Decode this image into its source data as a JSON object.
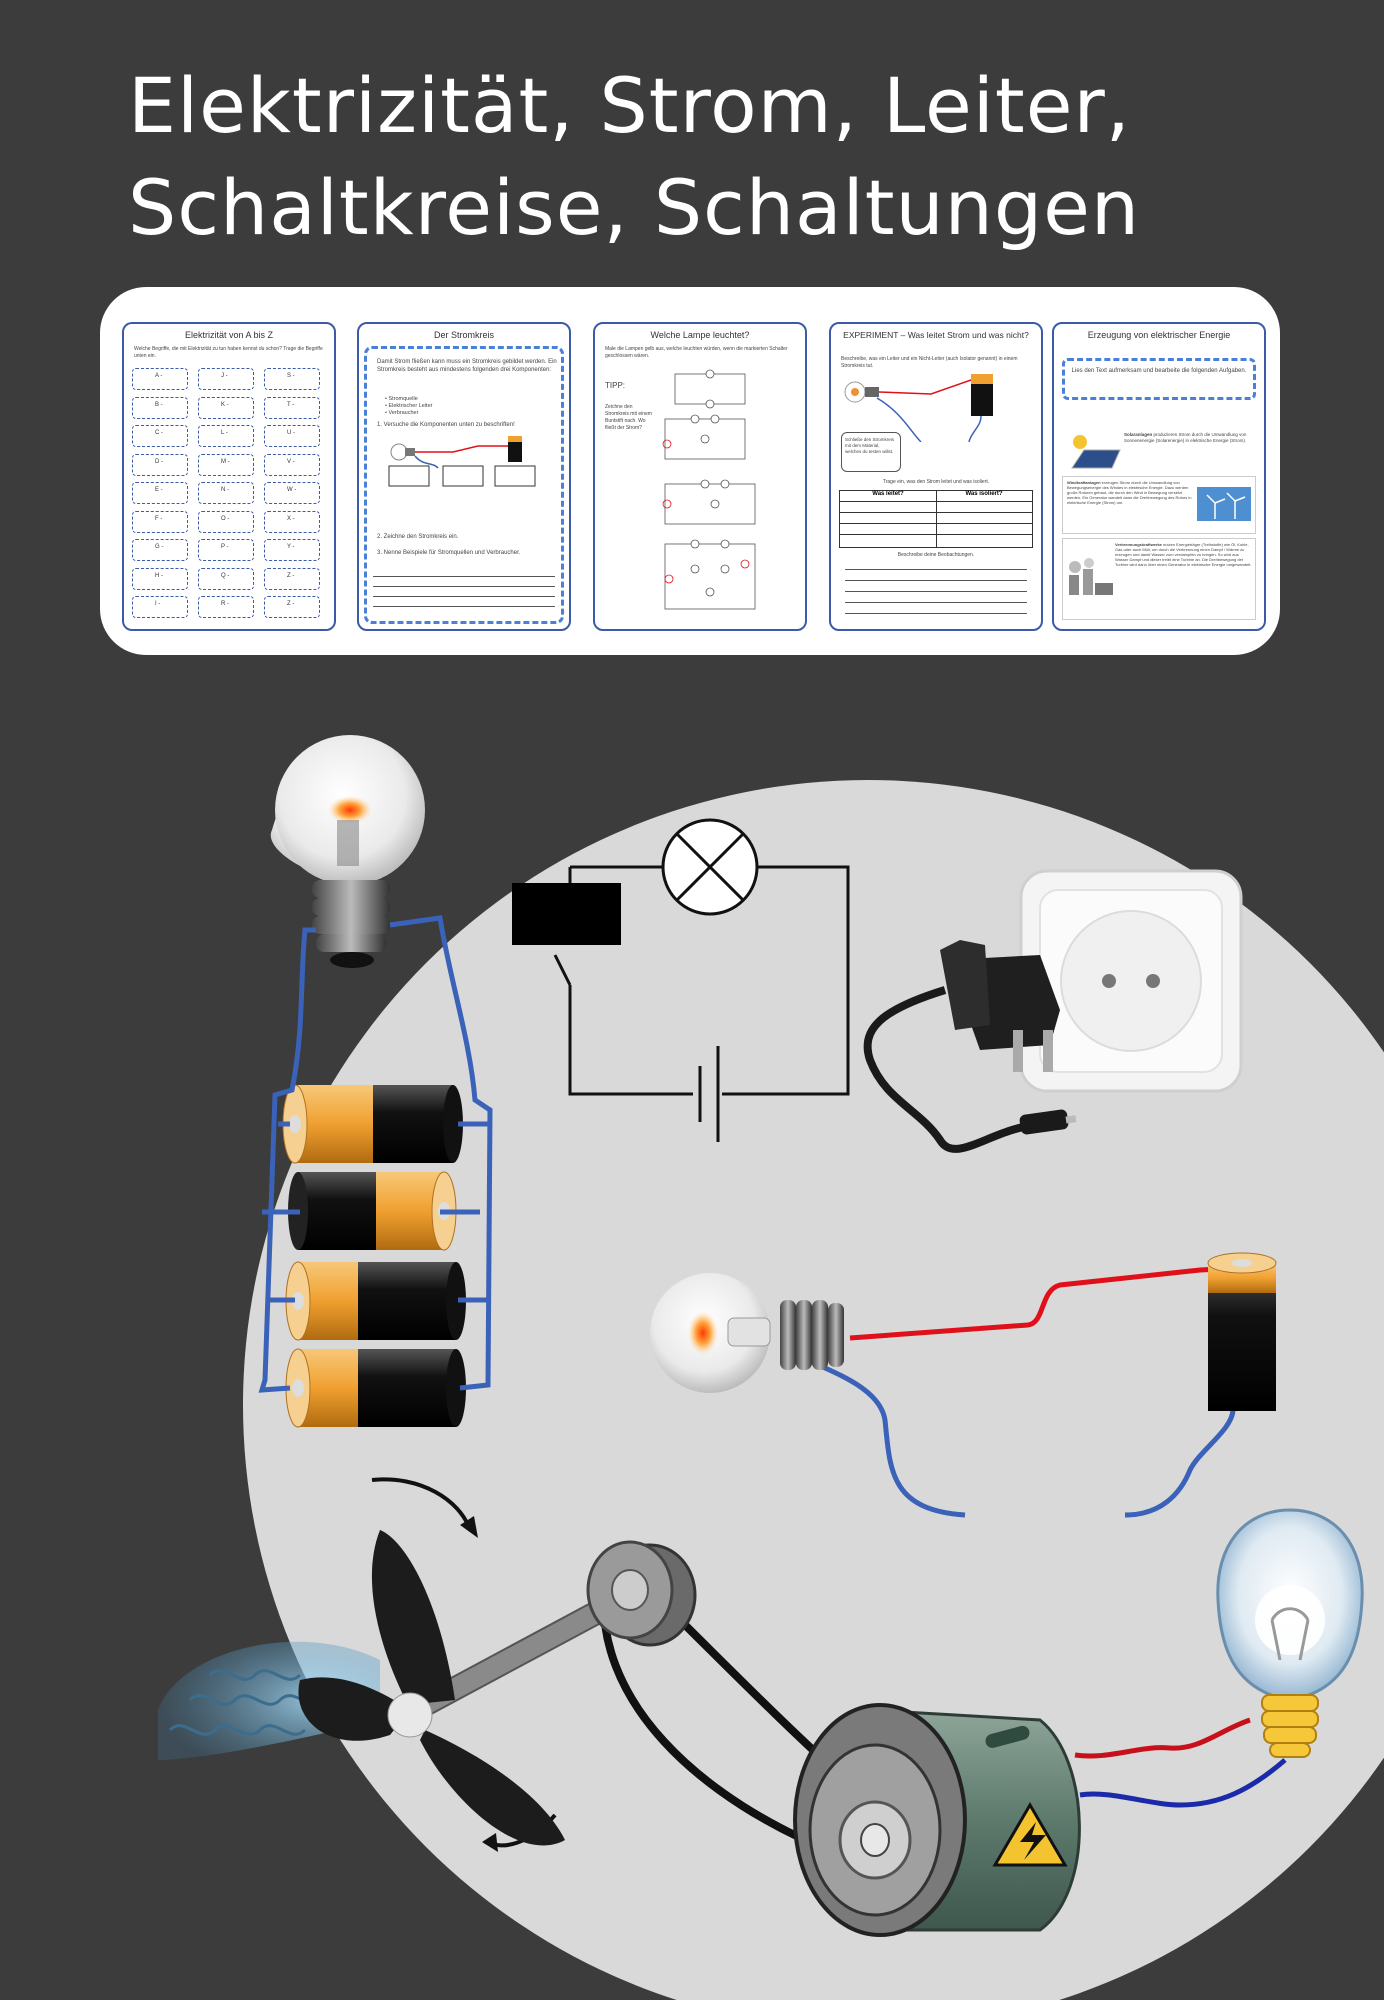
{
  "title": {
    "line1": "Elektrizität, Strom, Leiter,",
    "line2": "Schaltkreise, Schaltungen"
  },
  "previews": [
    {
      "title": "Elektrizität von A bis Z",
      "intro": "Welche Begriffe, die mit Elektrizität zu tun haben kennst du schon? Trage die Begriffe unten ein.",
      "letters": [
        "A -",
        "J -",
        "S -",
        "B -",
        "K -",
        "T -",
        "C -",
        "L -",
        "U -",
        "D -",
        "M -",
        "V -",
        "E -",
        "N -",
        "W -",
        "F -",
        "O -",
        "X -",
        "G -",
        "P -",
        "Y -",
        "H -",
        "Q -",
        "Z -",
        "I -",
        "R -",
        "Z -"
      ]
    },
    {
      "title": "Der Stromkreis",
      "intro": "Damit Strom fließen kann muss ein Stromkreis gebildet werden. Ein Stromkreis besteht aus mindestens folgenden drei Komponenten:",
      "bullets": [
        "Stromquelle",
        "Elektrischer Leiter",
        "Verbraucher"
      ],
      "task1": "1.  Versuche die Komponenten unten zu beschriften!",
      "task2": "2.  Zeichne den Stromkreis ein.",
      "task3": "3.  Nenne Beispiele für Stromquellen und Verbraucher."
    },
    {
      "title": "Welche Lampe leuchtet?",
      "intro": "Male die Lampen gelb aus, welche leuchten würden, wenn die markierten Schalter geschlossen wären.",
      "tip": "TIPP:",
      "tip_text": "Zeichne den Stromkreis mit einem Buntstift nach. Wo fließt der Strom?"
    },
    {
      "title": "EXPERIMENT – Was leitet Strom und was nicht?",
      "intro": "Beschreibe, was ein Leiter und ein Nicht-Leiter (auch Isolator genannt) in einem Stromkreis tut.",
      "note": "Schließe den Stromkreis mit dem Material, welches du testen willst.",
      "table_intro": "Trage ein, was den Strom leitet und was isoliert.",
      "col1": "Was leitet?",
      "col2": "Was isoliert?",
      "outro": "Beschreibe deine Beobachtungen."
    },
    {
      "title": "Erzeugung von elektrischer Energie",
      "instruction": "Lies den Text aufmerksam und bearbeite die folgenden Aufgaben.",
      "para1_head": "Solaranlagen",
      "para1": "produzieren Strom durch die Umwandlung von Sonnenenergie (Solarenergie) in elektrische Energie (Strom).",
      "para2_head": "Windkraftanlagen",
      "para2": "erzeugen Strom durch die Umwandlung von Bewegungsenergie des Windes in elektrische Energie. Dazu werden große Rotoren gebaut, die durch den Wind in Bewegung versetzt werden. Ein Generator wandelt dann die Drehbewegung des Rotors in elektrische Energie (Strom) um.",
      "para3_head": "Verbrennungskraftwerke",
      "para3": "nutzen Energieträger (Treibstoffe) wie Öl, Kohle, Gas oder auch Müll, um durch die Verbrennung einen Dampf / Wärme zu erzeugen und damit Wasser zum verdampfen zu bringen. So wird aus Wasser Dampf und dieser treibt eine Turbine an. Die Drehbewegung der Turbine wird dann über einen Generator in elektrische Energie umgewandelt."
    }
  ],
  "colors": {
    "background": "#3c3c3c",
    "circle": "#d9d9d9",
    "page_border": "#3b5ba9",
    "wire_blue": "#3a62b8",
    "wire_red": "#e0101a",
    "battery_orange": "#f0a030",
    "battery_black": "#0c0c0c"
  },
  "icons": [
    "light-bulb-icon",
    "battery-icon",
    "power-adapter-icon",
    "wall-socket-icon",
    "circuit-diagram-icon",
    "propeller-icon",
    "generator-icon",
    "high-voltage-warning-icon"
  ]
}
